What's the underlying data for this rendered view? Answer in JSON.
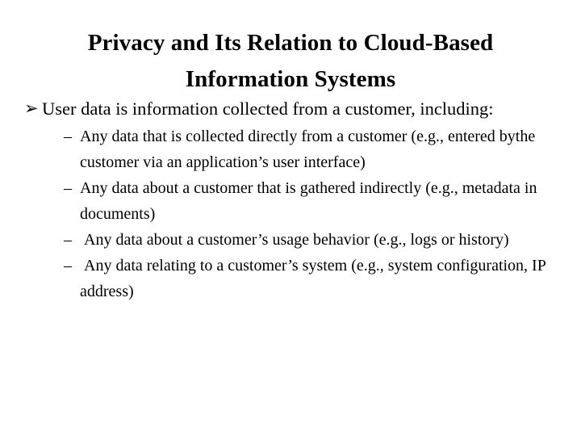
{
  "slide": {
    "background_color": "#ffffff",
    "text_color": "#000000",
    "title": "Privacy and Its Relation to Cloud-Based\nInformation Systems",
    "body": {
      "level1": [
        {
          "marker": "➢",
          "marker_name": "arrowhead-bullet",
          "text": "User data is information collected from a customer, including:"
        }
      ],
      "level2": [
        {
          "marker": "–",
          "marker_name": "en-dash-bullet",
          "text": "Any data that is collected directly from a customer (e.g., entered bythe customer via an application’s user interface)"
        },
        {
          "marker": "–",
          "marker_name": "en-dash-bullet",
          "text": "Any data about a customer that is gathered indirectly (e.g., metadata in documents)"
        },
        {
          "marker": "–",
          "marker_name": "en-dash-bullet",
          "text": " Any data about a customer’s usage behavior (e.g., logs or history)"
        },
        {
          "marker": "–",
          "marker_name": "en-dash-bullet",
          "text": " Any data relating to a customer’s system (e.g., system configuration, IP address)"
        }
      ]
    }
  }
}
